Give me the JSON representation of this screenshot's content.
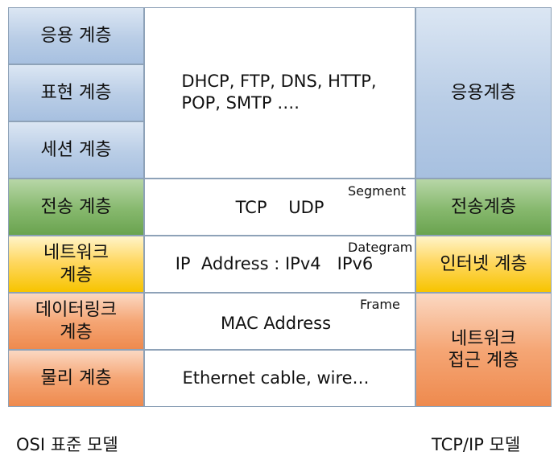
{
  "osi_model": {
    "caption": "OSI 표준 모델",
    "layers": [
      {
        "label": "응용 계층"
      },
      {
        "label": "표현 계층"
      },
      {
        "label": "세션 계층"
      },
      {
        "label": "전송 계층"
      },
      {
        "label": "네트워크\n계층"
      },
      {
        "label": "데이터링크\n계층"
      },
      {
        "label": "물리 계층"
      }
    ]
  },
  "protocols": {
    "application": "DHCP, FTP, DNS, HTTP,\nPOP, SMTP ….",
    "transport": "TCP    UDP",
    "network": "IP  Address : IPv4   IPv6",
    "datalink": "MAC Address",
    "physical": "Ethernet cable, wire…"
  },
  "data_units": {
    "transport": "Segment",
    "network": "Dategram",
    "datalink": "Frame"
  },
  "tcpip_model": {
    "caption": "TCP/IP 모델",
    "layers": [
      {
        "label": "응용계층"
      },
      {
        "label": "전송계층"
      },
      {
        "label": "인터넷 계층"
      },
      {
        "label": "네트워크\n접근 계층"
      }
    ]
  },
  "colors": {
    "application": "#b9cde6",
    "transport": "#86b86d",
    "network": "#ffd863",
    "datalink_physical": "#f5a675",
    "border": "#8ea2b8"
  }
}
